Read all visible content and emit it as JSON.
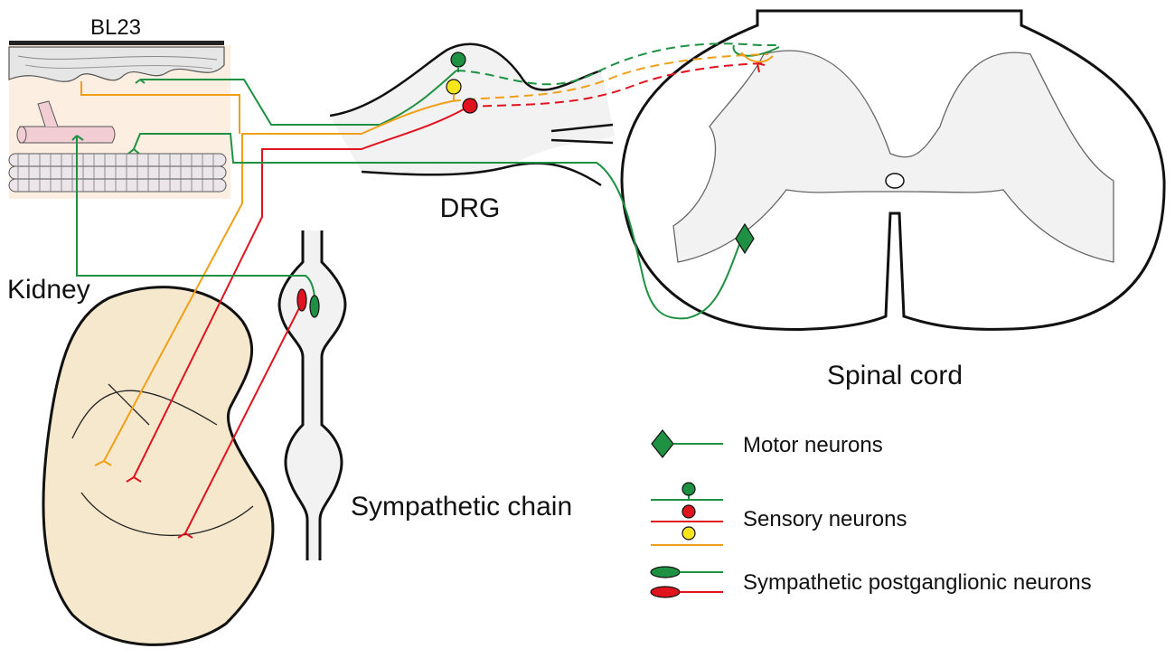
{
  "labels": {
    "bl23": "BL23",
    "drg": "DRG",
    "kidney": "Kidney",
    "spinal_cord": "Spinal cord",
    "sympathetic_chain": "Sympathetic chain"
  },
  "legend": {
    "motor": "Motor neurons",
    "sensory": "Sensory neurons",
    "sympathetic": "Sympathetic postganglionic neurons"
  },
  "colors": {
    "green": "#1e9142",
    "red": "#e0141e",
    "orange": "#f0a018",
    "yellow": "#f8e61c",
    "kidney_fill": "#f6e8cc",
    "skin_fill": "#fcefe2",
    "tissue_fill": "#f2f2f2"
  }
}
